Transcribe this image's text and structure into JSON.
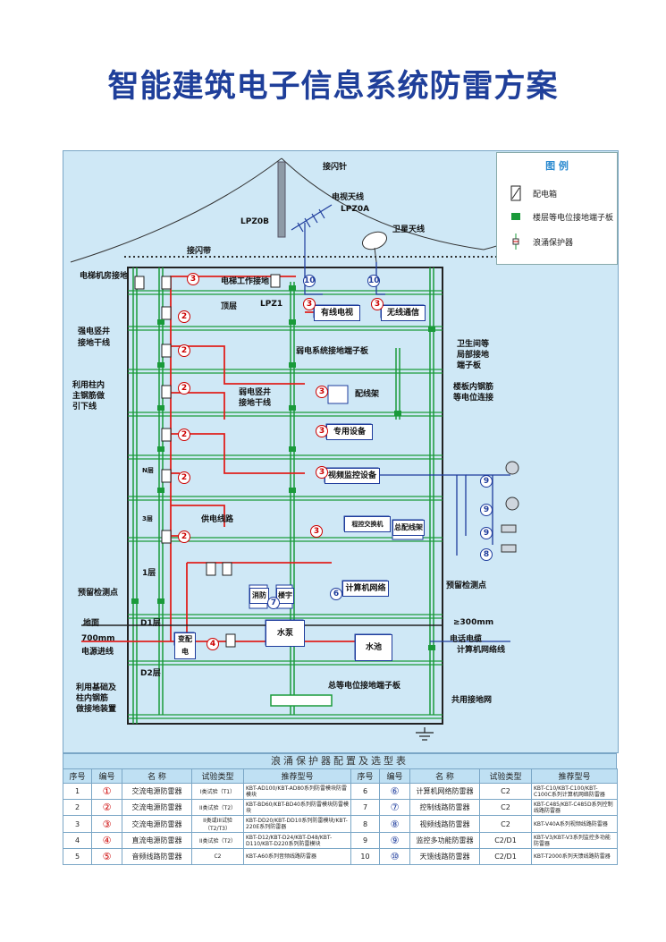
{
  "title": "智能建筑电子信息系统防雷方案",
  "legend": {
    "title": "图  例",
    "items": [
      {
        "label": "配电箱",
        "icon": "distribution-box-icon"
      },
      {
        "label": "楼层等电位接地端子板",
        "icon": "terminal-board-icon"
      },
      {
        "label": "浪涌保护器",
        "icon": "surge-protector-icon"
      }
    ]
  },
  "labels": {
    "lightning_rod": "接闪针",
    "tv_antenna": "电视天线",
    "lpz0a": "LPZ0A",
    "lpz0b": "LPZ0B",
    "satellite": "卫星天线",
    "lightning_strip": "接闪带",
    "elevator_room": "电梯机房接地",
    "elevator_work": "电梯工作接地",
    "top_floor": "顶层",
    "lpz1": "LPZ1",
    "cable_tv": "有线电视",
    "wireless": "无线通信",
    "strong_riser": "强电竖井\n接地干线",
    "weak_board": "弱电系统接地端子板",
    "bathroom": "卫生间等\n局部接地\n端子板",
    "column_rebar": "利用柱内\n主钢筋做\n引下线",
    "weak_riser": "弱电竖井\n接地干线",
    "patch_frame": "配线架",
    "slab_rebar": "楼板内钢筋\n等电位连接",
    "dedicated": "专用设备",
    "n_floor": "N层",
    "video_monitor": "视频监控设备",
    "third_floor": "3层",
    "power_line": "供电线路",
    "pbx": "程控交换机",
    "main_frame": "总配线架",
    "first_floor": "1层",
    "computer_net": "计算机网络",
    "fire": "消防",
    "elevator": "楼宇",
    "reserved_left": "预留检测点",
    "reserved_right": "预留检测点",
    "ground": "地面",
    "d1": "D1层",
    "distance_700": "700mm",
    "power_in": "电源进线",
    "transformer": "变配电",
    "pump": "水泵",
    "gt300": "≥300mm",
    "phone_cable": "电话电缆",
    "net_line": "计算机网络线",
    "pool": "水池",
    "d2": "D2层",
    "foundation": "利用基础及\n柱内钢筋\n做接地装置",
    "main_board": "总等电位接地端子板",
    "common_ground": "共用接地网"
  },
  "table": {
    "title": "浪涌保护器配置及选型表",
    "headers": [
      "序号",
      "编号",
      "名  称",
      "试验类型",
      "推荐型号",
      "序号",
      "编号",
      "名  称",
      "试验类型",
      "推荐型号"
    ],
    "rows": [
      [
        "1",
        "①",
        "交流电源防雷器",
        "I类试验（T1）",
        "KBT-AD100/KBT-AD80系列防雷模块防雷模块",
        "6",
        "⑥",
        "计算机网络防雷器",
        "C2",
        "KBT-C10/KBT-C100/KBT-C100C系列计算机网络防雷器"
      ],
      [
        "2",
        "②",
        "交流电源防雷器",
        "II类试验（T2）",
        "KBT-BD60/KBT-BD40系列防雷模块防雷模块",
        "7",
        "⑦",
        "控制线路防雷器",
        "C2",
        "KBT-C485/KBT-C485D系列控制线路防雷器"
      ],
      [
        "3",
        "③",
        "交流电源防雷器",
        "II类或III试验（T2/T3）",
        "KBT-DD20/KBT-DD10系列防雷模块/KBT-220E系列防雷器",
        "8",
        "⑧",
        "视频线路防雷器",
        "C2",
        "KBT-V40A系列视频线路防雷器"
      ],
      [
        "4",
        "④",
        "直流电源防雷器",
        "II类试验（T2）",
        "KBT-D12/KBT-D24/KBT-D48/KBT-D110/KBT-D220系列防雷模块",
        "9",
        "⑨",
        "监控多功能防雷器",
        "C2/D1",
        "KBT-V3/KBT-V3系列监控多功能防雷器"
      ],
      [
        "5",
        "⑤",
        "音频线路防雷器",
        "C2",
        "KBT-A60系列音频线路防雷器",
        "10",
        "⑩",
        "天馈线路防雷器",
        "C2/D1",
        "KBT-T2000系列天馈线路防雷器"
      ]
    ]
  },
  "colors": {
    "power": "#e0201c",
    "ground": "#1a9a3a",
    "signal": "#1e3c9c",
    "panel": "#cfe8f6"
  }
}
